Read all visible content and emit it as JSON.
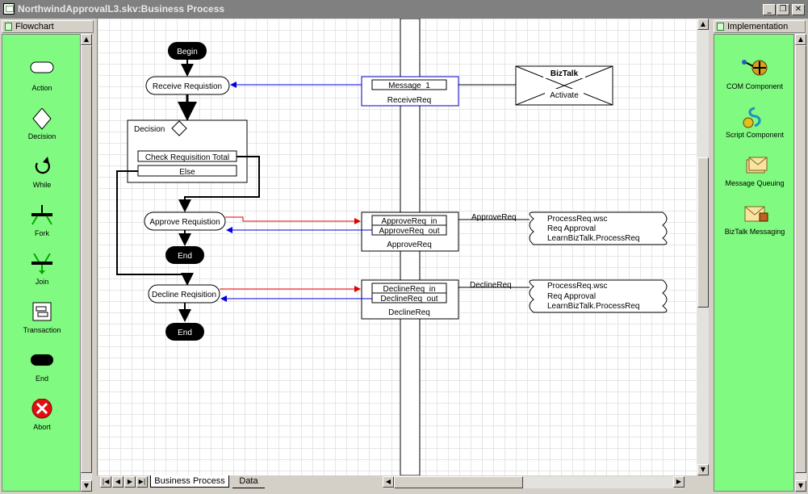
{
  "window": {
    "title": "NorthwindApprovalL3.skv:Business Process",
    "minimize": "_",
    "restore": "❐",
    "close": "✕"
  },
  "left_panel": {
    "header": "Flowchart",
    "items": [
      {
        "label": "Action",
        "icon": "action-shape-icon"
      },
      {
        "label": "Decision",
        "icon": "decision-diamond-icon"
      },
      {
        "label": "While",
        "icon": "while-loop-icon"
      },
      {
        "label": "Fork",
        "icon": "fork-icon"
      },
      {
        "label": "Join",
        "icon": "join-icon"
      },
      {
        "label": "Transaction",
        "icon": "transaction-icon"
      },
      {
        "label": "End",
        "icon": "end-shape-icon"
      },
      {
        "label": "Abort",
        "icon": "abort-icon"
      }
    ]
  },
  "right_panel": {
    "header": "Implementation",
    "items": [
      {
        "label": "COM Component",
        "icon": "com-component-icon"
      },
      {
        "label": "Script Component",
        "icon": "script-component-icon"
      },
      {
        "label": "Message Queuing",
        "icon": "message-queuing-icon"
      },
      {
        "label": "BizTalk Messaging",
        "icon": "biztalk-messaging-icon"
      }
    ]
  },
  "flow": {
    "begin": "Begin",
    "receive": "Receive Requistion",
    "decision_title": "Decision",
    "rule1": "Check Requisition Total",
    "rule2": "Else",
    "approve": "Approve Requistion",
    "end1": "End",
    "decline": "Decline Reqisition",
    "end2": "End"
  },
  "ports": {
    "message1": "Message_1",
    "receivereq": "ReceiveReq",
    "approve_in": "ApproveReq_in",
    "approve_out": "ApproveReq_out",
    "approvereq": "ApproveReq",
    "decline_in": "DeclineReq_in",
    "decline_out": "DeclineReq_out",
    "declinereq": "DeclineReq"
  },
  "implementations": {
    "biztalk_title": "BizTalk",
    "biztalk_action": "Activate",
    "approve_link": "ApproveReq",
    "approve_script": [
      "ProcessReq.wsc",
      "Req Approval",
      "LearnBizTalk.ProcessReq"
    ],
    "decline_link": "DeclineReq",
    "decline_script": [
      "ProcessReq.wsc",
      "Req Approval",
      "LearnBizTalk.ProcessReq"
    ]
  },
  "tabs": {
    "active": "Business Process",
    "other": "Data"
  },
  "colors": {
    "palette_bg": "#80fa80",
    "titlebar": "#808080",
    "message_red": "#e00000",
    "message_blue": "#0000e0"
  }
}
